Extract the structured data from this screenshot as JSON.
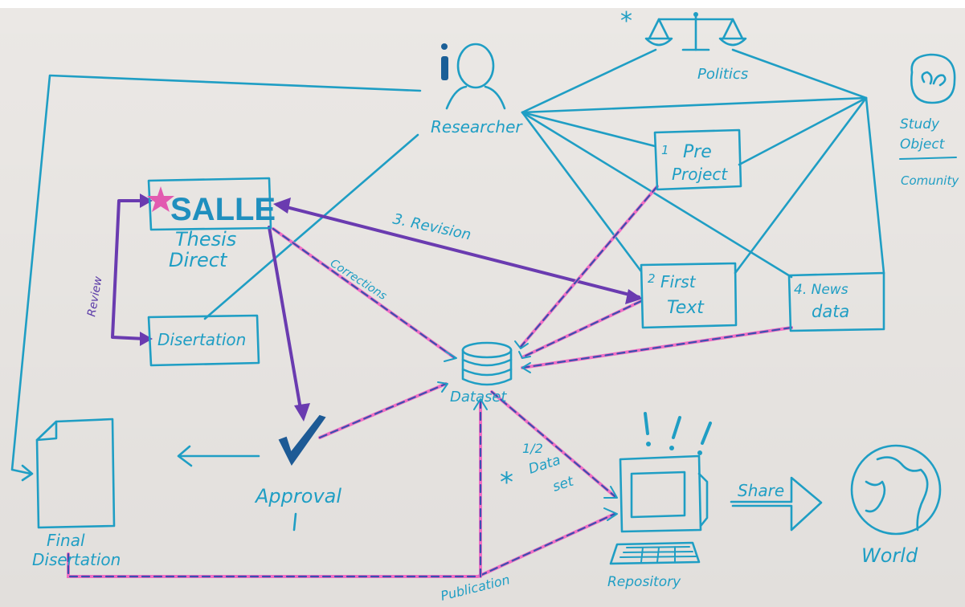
{
  "nodes": {
    "politics": "Politics",
    "researcher": "Researcher",
    "study_object_top": "Study",
    "study_object_mid": "Object",
    "community": "Comunity",
    "pre_project_num": "1",
    "pre_project_line1": "Pre",
    "pre_project_line2": "Project",
    "first_text_num": "2",
    "first_text_line1": "First",
    "first_text_line2": "Text",
    "news_data_line1": "4. News",
    "news_data_line2": "data",
    "salle": "SALLE",
    "thesis_line1": "Thesis",
    "thesis_line2": "Direct",
    "dissertation": "Disertation",
    "dataset": "Dataset",
    "approval": "Approval",
    "final_line1": "Final",
    "final_line2": "Disertation",
    "repository": "Repository",
    "world": "World"
  },
  "edges": {
    "revision": "3. Revision",
    "corrections": "Corrections",
    "review": "Review",
    "half_dataset_line1": "1/2",
    "half_dataset_line2": "Data",
    "half_dataset_line3": "set",
    "share": "Share",
    "publication": "Publication"
  },
  "marks": {
    "asterisk": "*",
    "info": "i",
    "excl": "! ! !"
  },
  "colors": {
    "ink": "#1f9ec4",
    "purple": "#6a3bb0",
    "pink": "#f06fc3",
    "paper": "#ebe8e5"
  }
}
